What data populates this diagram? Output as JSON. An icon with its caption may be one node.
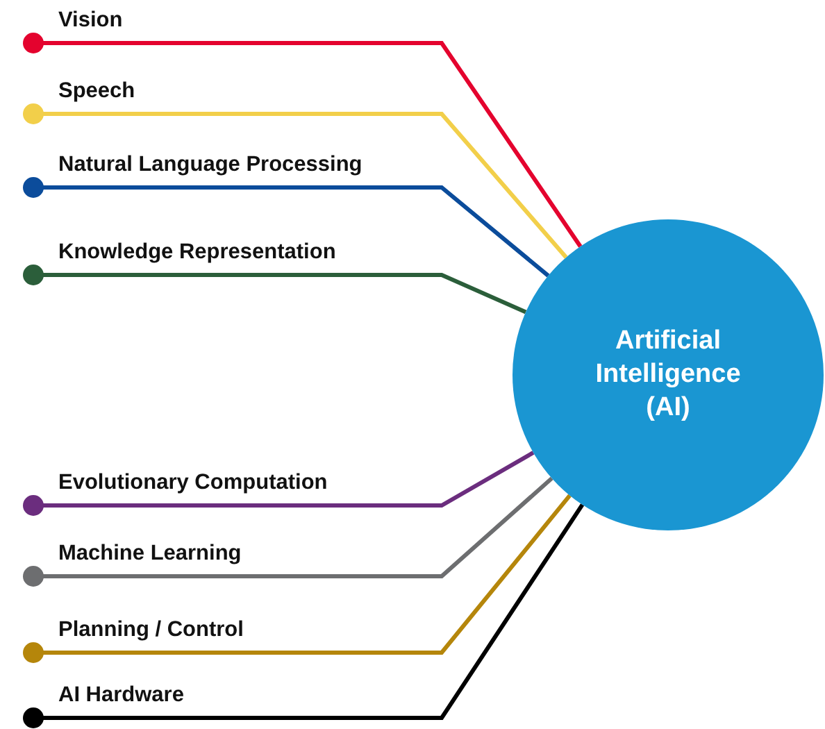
{
  "diagram": {
    "nodes": [
      {
        "text": [
          "Vision"
        ]
      },
      {
        "text": [
          "Speech"
        ]
      },
      {
        "text": [
          "Natural Language Processing"
        ]
      },
      {
        "text": [
          "Knowledge Representation"
        ]
      },
      {
        "text": [
          "Evolutionary Computation"
        ]
      },
      {
        "text": [
          "Machine Learning"
        ]
      },
      {
        "text": [
          "Planning / Control"
        ]
      },
      {
        "text": [
          "AI Hardware"
        ]
      },
      {
        "text": [
          "Artificial Intelligence (AI)"
        ]
      }
    ],
    "edges": [
      {
        "from": 0,
        "to": 8,
        "arrow": "other",
        "color": "#e4032e"
      },
      {
        "from": 1,
        "to": 8,
        "arrow": "other",
        "color": "#f2cf4a"
      },
      {
        "from": 2,
        "to": 8,
        "arrow": "other",
        "color": "#0b4c9b"
      },
      {
        "from": 3,
        "to": 8,
        "arrow": "other",
        "color": "#2b5e3a"
      },
      {
        "from": 4,
        "to": 8,
        "arrow": "other",
        "color": "#6b2d7e"
      },
      {
        "from": 5,
        "to": 8,
        "arrow": "other",
        "color": "#6d6e70"
      },
      {
        "from": 6,
        "to": 8,
        "arrow": "other",
        "color": "#b5860b"
      },
      {
        "from": 7,
        "to": 8,
        "arrow": "other",
        "color": "#000000"
      }
    ]
  }
}
